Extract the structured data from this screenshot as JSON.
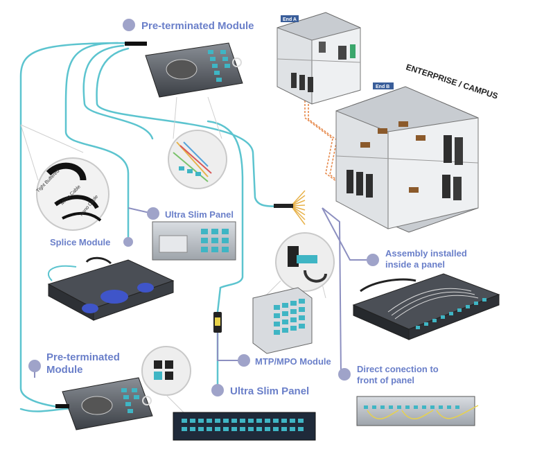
{
  "labels": {
    "pre_terminated_top": "Pre-terminated Module",
    "ultra_slim_mid": "Ultra Slim Panel",
    "splice_module": "Splice Module",
    "pre_terminated_bottom_1": "Pre-terminated",
    "pre_terminated_bottom_2": "Module",
    "assembly_1": "Assembly installed",
    "assembly_2": "inside a panel",
    "mtp_mpo": "MTP/MPO Module",
    "direct_1": "Direct conection to",
    "direct_2": "front of panel",
    "ultra_slim_bottom": "Ultra Slim Panel"
  },
  "building": {
    "end_a": "End A",
    "end_b": "End B",
    "enterprise": "ENTERPRISE / CAMPUS"
  },
  "cables": {
    "tight": "Tight Buffered",
    "micro": "Micro Cable",
    "nano": "Nano Cable"
  },
  "colors": {
    "cable": "#5cc4cf",
    "label": "#6a7fc9",
    "bullet": "#9fa3c9",
    "link": "#8c8fc0",
    "copper": "#e6884a"
  }
}
